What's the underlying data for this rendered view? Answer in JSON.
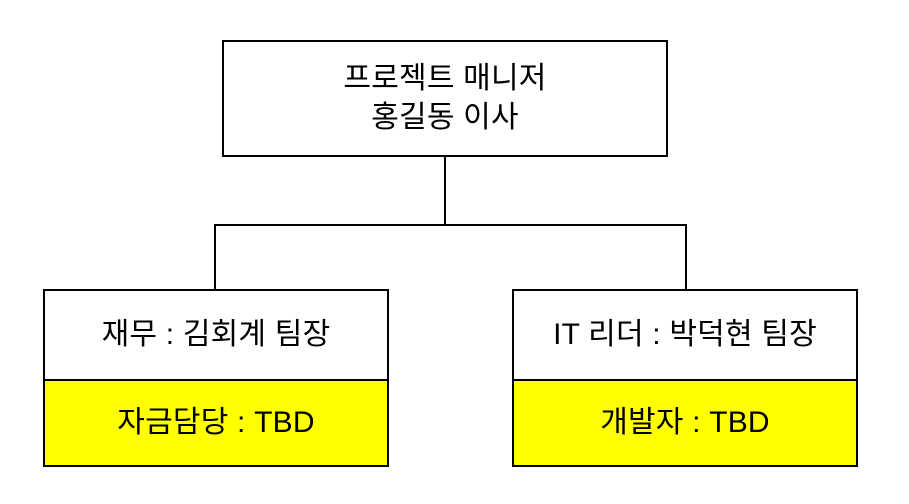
{
  "chart": {
    "type": "org-chart",
    "background_color": "#FFFFFF",
    "line_color": "#000000",
    "text_color": "#000000",
    "highlight_color": "#FFFF00"
  },
  "root": {
    "line1": "프로젝트 매니저",
    "line2": "홍길동 이사"
  },
  "children": [
    {
      "role": "재무 : 김회계 팀장",
      "slot": "자금담당 : TBD"
    },
    {
      "role": "IT 리더 : 박덕현 팀장",
      "slot": "개발자 : TBD"
    }
  ]
}
